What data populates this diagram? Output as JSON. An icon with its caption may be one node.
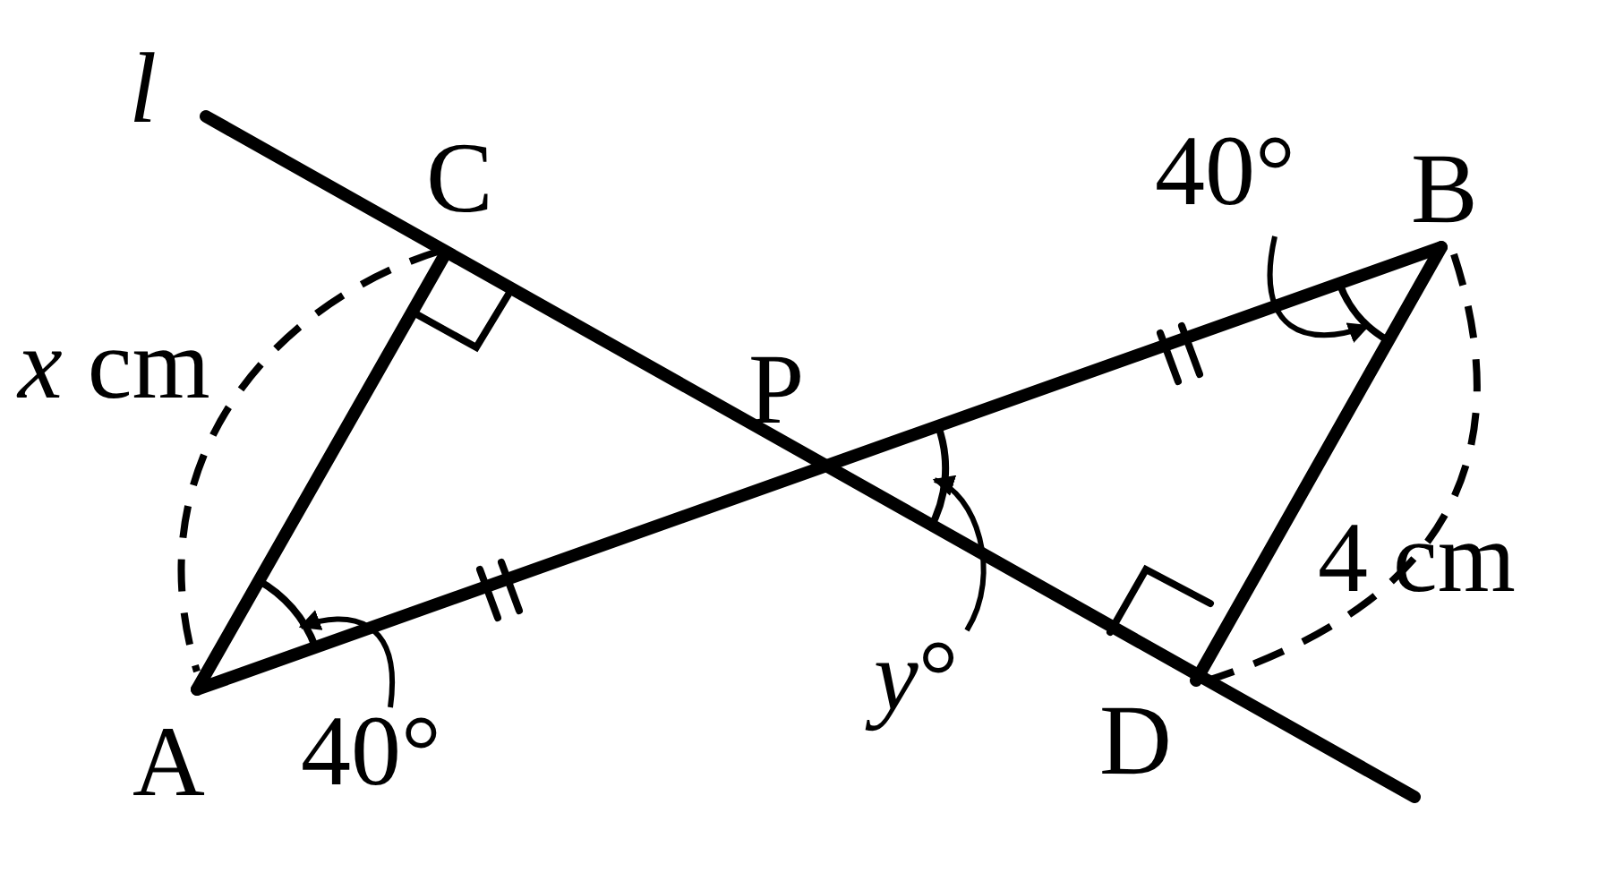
{
  "diagram": {
    "nodes": [
      {
        "text": [
          "40°"
        ]
      },
      {
        "text": [],
        "shape": "arc"
      },
      {
        "text": [
          "*y*°"
        ]
      },
      {
        "text": [],
        "shape": "arc"
      },
      {
        "text": [
          "40°"
        ]
      },
      {
        "text": [],
        "shape": "arc"
      }
    ],
    "edges": [
      {
        "from": 0,
        "to": 1,
        "arrow": "to"
      },
      {
        "from": 2,
        "to": 3,
        "arrow": "to"
      },
      {
        "from": 4,
        "to": 5,
        "arrow": "to"
      }
    ],
    "labels": [
      "l",
      "C",
      "B",
      "*x* cm",
      "P",
      "4 cm",
      "A",
      "D"
    ]
  }
}
